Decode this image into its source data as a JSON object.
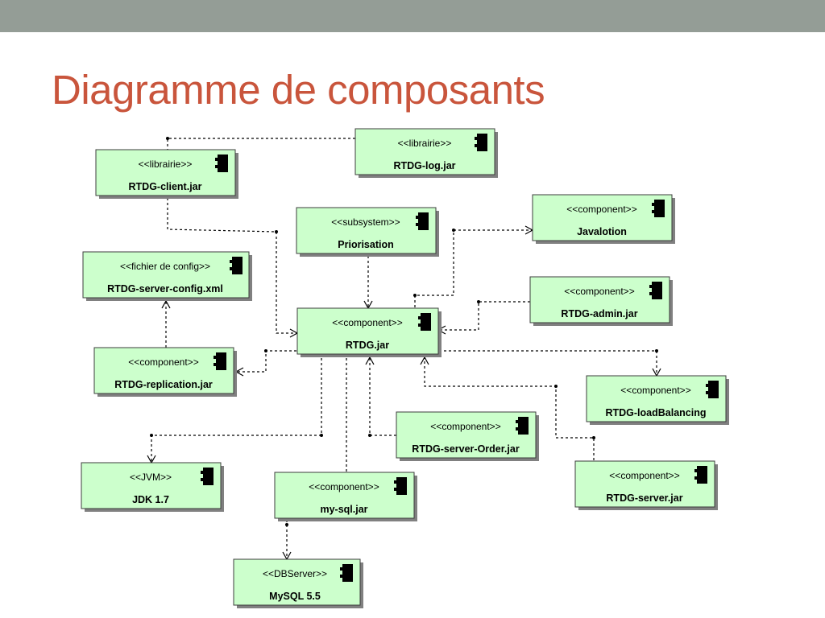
{
  "slide": {
    "title": "Diagramme de composants"
  },
  "colors": {
    "top_bar": "#949d96",
    "title": "#c9553c",
    "component_fill": "#ccffcc",
    "component_border": "#3c3c3c"
  },
  "components": {
    "rtdg_log": {
      "stereotype": "<<librairie>>",
      "name": "RTDG-log.jar",
      "icon": "component-icon"
    },
    "rtdg_client": {
      "stereotype": "<<librairie>>",
      "name": "RTDG-client.jar",
      "icon": "component-icon"
    },
    "priorisation": {
      "stereotype": "<<subsystem>>",
      "name": "Priorisation",
      "icon": "component-icon"
    },
    "javalotion": {
      "stereotype": "<<component>>",
      "name": "Javalotion",
      "icon": "component-icon"
    },
    "rtdg_server_config": {
      "stereotype": "<<fichier de config>>",
      "name": "RTDG-server-config.xml",
      "icon": "component-icon"
    },
    "rtdg_admin": {
      "stereotype": "<<component>>",
      "name": "RTDG-admin.jar",
      "icon": "component-icon"
    },
    "rtdg_jar": {
      "stereotype": "<<component>>",
      "name": "RTDG.jar",
      "icon": "component-icon"
    },
    "rtdg_replication": {
      "stereotype": "<<component>>",
      "name": "RTDG-replication.jar",
      "icon": "component-icon"
    },
    "rtdg_loadbalancing": {
      "stereotype": "<<component>>",
      "name": "RTDG-loadBalancing",
      "icon": "component-icon"
    },
    "rtdg_server_order": {
      "stereotype": "<<component>>",
      "name": "RTDG-server-Order.jar",
      "icon": "component-icon"
    },
    "jdk": {
      "stereotype": "<<JVM>>",
      "name": "JDK 1.7",
      "icon": "component-icon"
    },
    "mysql_jar": {
      "stereotype": "<<component>>",
      "name": "my-sql.jar",
      "icon": "component-icon"
    },
    "rtdg_server": {
      "stereotype": "<<component>>",
      "name": "RTDG-server.jar",
      "icon": "component-icon"
    },
    "mysql_db": {
      "stereotype": "<<DBServer>>",
      "name": "MySQL 5.5",
      "icon": "component-icon"
    }
  }
}
